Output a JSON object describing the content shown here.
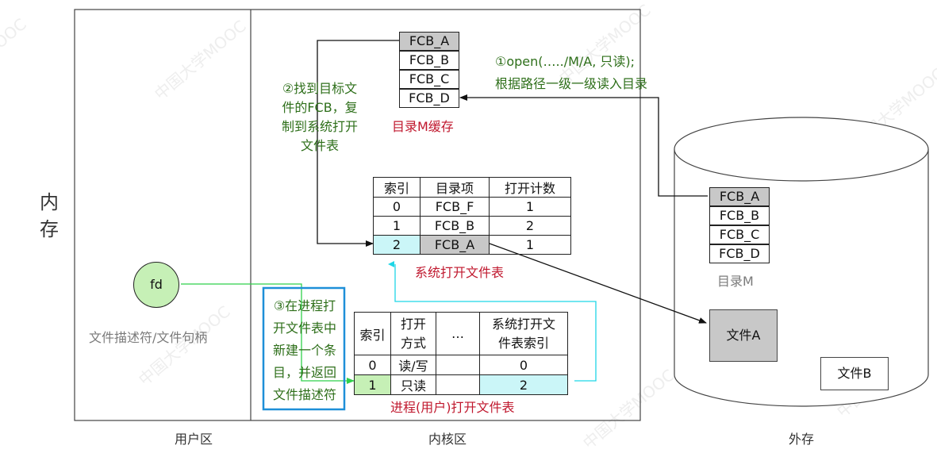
{
  "memory_label": [
    "内",
    "存"
  ],
  "zones": {
    "user": "用户区",
    "kernel": "内核区",
    "external": "外存"
  },
  "dir_cache": {
    "entries": [
      "FCB_A",
      "FCB_B",
      "FCB_C",
      "FCB_D"
    ],
    "label": "目录M缓存"
  },
  "disk_dir": {
    "entries": [
      "FCB_A",
      "FCB_B",
      "FCB_C",
      "FCB_D"
    ],
    "label": "目录M"
  },
  "step1": {
    "line1": "①open(…../M/A, 只读);",
    "line2": "根据路径一级一级读入目录"
  },
  "step2": {
    "lines": [
      "②找到目标文",
      "件的FCB，复",
      "制到系统打开",
      "文件表"
    ]
  },
  "step3": {
    "lines": [
      "③在进程打",
      "开文件表中",
      "新建一个条",
      "目，并返回",
      "文件描述符"
    ]
  },
  "sys_table": {
    "headers": [
      "索引",
      "目录项",
      "打开计数"
    ],
    "rows": [
      [
        "0",
        "FCB_F",
        "1"
      ],
      [
        "1",
        "FCB_B",
        "2"
      ],
      [
        "2",
        "FCB_A",
        "1"
      ]
    ],
    "label": "系统打开文件表"
  },
  "proc_table": {
    "headers": [
      "索引",
      "打开\n方式",
      "…",
      "系统打开文\n件表索引"
    ],
    "rows": [
      [
        "0",
        "读/写",
        "",
        "0"
      ],
      [
        "1",
        "只读",
        "",
        "2"
      ]
    ],
    "label": "进程(用户)打开文件表"
  },
  "fd": {
    "node": "fd",
    "label": "文件描述符/文件句柄"
  },
  "files": {
    "a": "文件A",
    "b": "文件B"
  },
  "colors": {
    "green_text": "#2e6f1a",
    "red_text": "#c0182e",
    "cyan_fill": "#cbf6f8",
    "green_fill": "#c6f0b6",
    "shade": "#c8c8c8",
    "cyan_line": "#1fd6e6",
    "green_line": "#2fd14a",
    "blue_box": "#1e8fd8"
  }
}
